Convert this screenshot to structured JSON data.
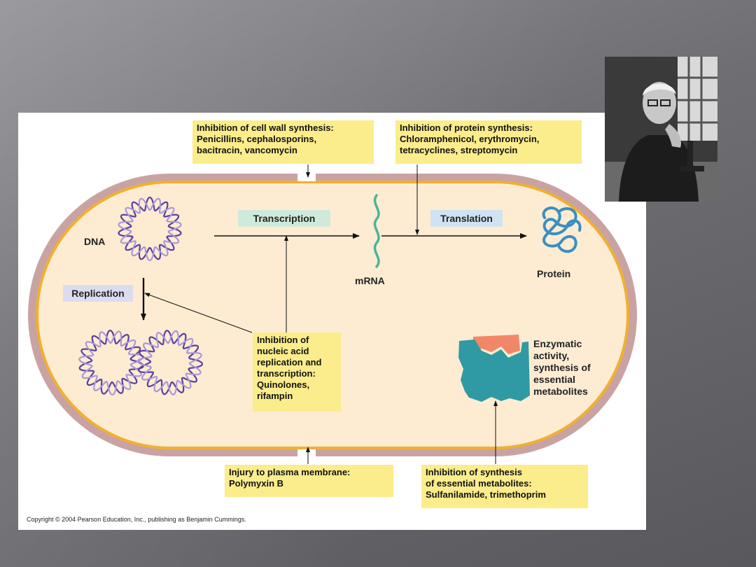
{
  "figure": {
    "callouts": {
      "cell_wall": "Inhibition of cell wall synthesis:\nPenicillins, cephalosporins,\nbacitracin, vancomycin",
      "protein_synthesis": "Inhibition of protein synthesis:\nChloramphenicol, erythromycin,\ntetracyclines, streptomycin",
      "nucleic_acid": "Inhibition of\nnucleic acid\nreplication and\ntranscription:\nQuinolones,\nrifampin",
      "plasma_membrane": "Injury to plasma membrane:\nPolymyxin B",
      "metabolites": "Inhibition of synthesis\nof essential metabolites:\nSulfanilamide, trimethoprim"
    },
    "labels": {
      "transcription": "Transcription",
      "translation": "Translation",
      "replication": "Replication",
      "dna": "DNA",
      "mrna": "mRNA",
      "protein": "Protein",
      "enzymatic": "Enzymatic\nactivity,\nsynthesis of\nessential\nmetabolites"
    },
    "copyright": "Copyright © 2004 Pearson Education, Inc., publishing as Benjamin Cummings."
  },
  "colors": {
    "cell_wall": "#c9a3a3",
    "membrane": "#f0b030",
    "cytoplasm": "#fdecd2",
    "callout_bg": "#fbec8c",
    "transcription_bg": "#cfeadb",
    "translation_bg": "#cfe3f2",
    "replication_bg": "#dcdcf0",
    "dna_strand_a": "#5c3f9e",
    "dna_strand_b": "#a79ad6",
    "mrna": "#4ab59a",
    "protein": "#3a8fc2",
    "enzyme": "#2f9aa3",
    "substrate": "#f08868"
  },
  "photo_icon": "portrait-photo"
}
